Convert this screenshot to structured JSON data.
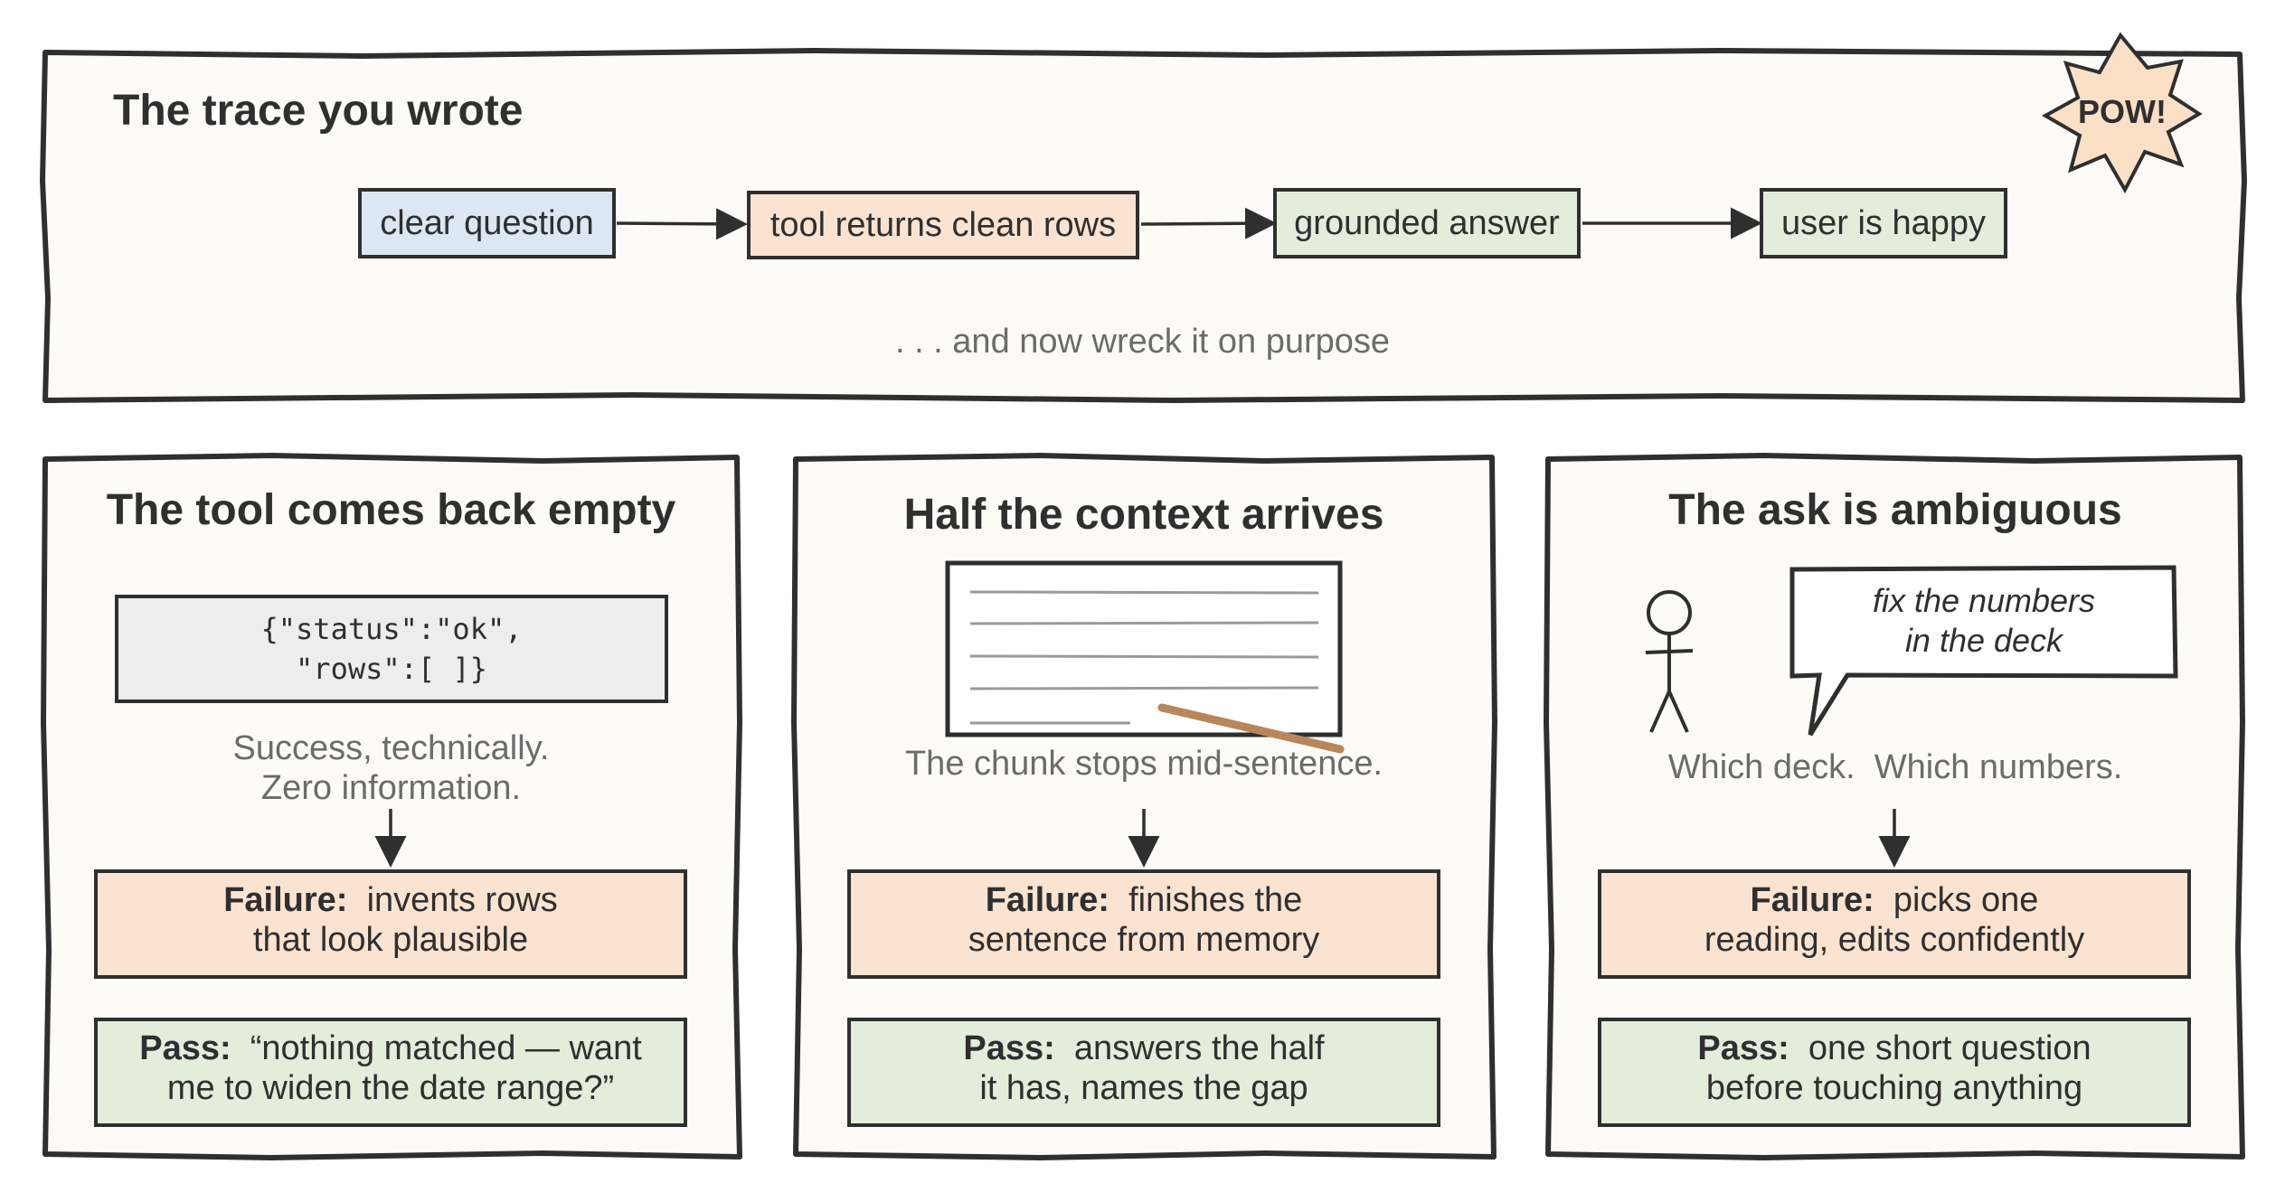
{
  "top": {
    "title": "The trace you wrote",
    "flow": [
      "clear question",
      "tool returns clean rows",
      "grounded answer",
      "user is happy"
    ],
    "subtitle": ". . . and now wreck it on purpose",
    "pow": "POW!"
  },
  "panels": [
    {
      "title": "The tool comes back empty",
      "code_line1": "{\"status\":\"ok\",",
      "code_line2": "\"rows\":[ ]}",
      "caption_line1": "Success, technically.",
      "caption_line2": "Zero information.",
      "failure_label": "Failure:",
      "failure_line1": "invents rows",
      "failure_line2": "that look plausible",
      "pass_label": "Pass:",
      "pass_line1": "“nothing matched — want",
      "pass_line2": "me to widen the date range?”"
    },
    {
      "title": "Half the context arrives",
      "caption_line1": "The chunk stops mid-sentence.",
      "failure_label": "Failure:",
      "failure_line1": "finishes the",
      "failure_line2": "sentence from memory",
      "pass_label": "Pass:",
      "pass_line1": "answers the half",
      "pass_line2": "it has, names the gap"
    },
    {
      "title": "The ask is ambiguous",
      "bubble_line1": "fix the numbers",
      "bubble_line2": "in the deck",
      "caption_line1": "Which deck.  Which numbers.",
      "failure_label": "Failure:",
      "failure_line1": "picks one",
      "failure_line2": "reading, edits confidently",
      "pass_label": "Pass:",
      "pass_line1": "one short question",
      "pass_line2": "before touching anything"
    }
  ],
  "colors": {
    "panel_fill": "#fcfbf8",
    "stroke": "#2f2f2f",
    "blue": "#dce7f3",
    "orange": "#fbe3d2",
    "green": "#e2eddb",
    "code_gray": "#ededed",
    "strike": "#b8865a",
    "muted_text": "#6b6b6b"
  }
}
